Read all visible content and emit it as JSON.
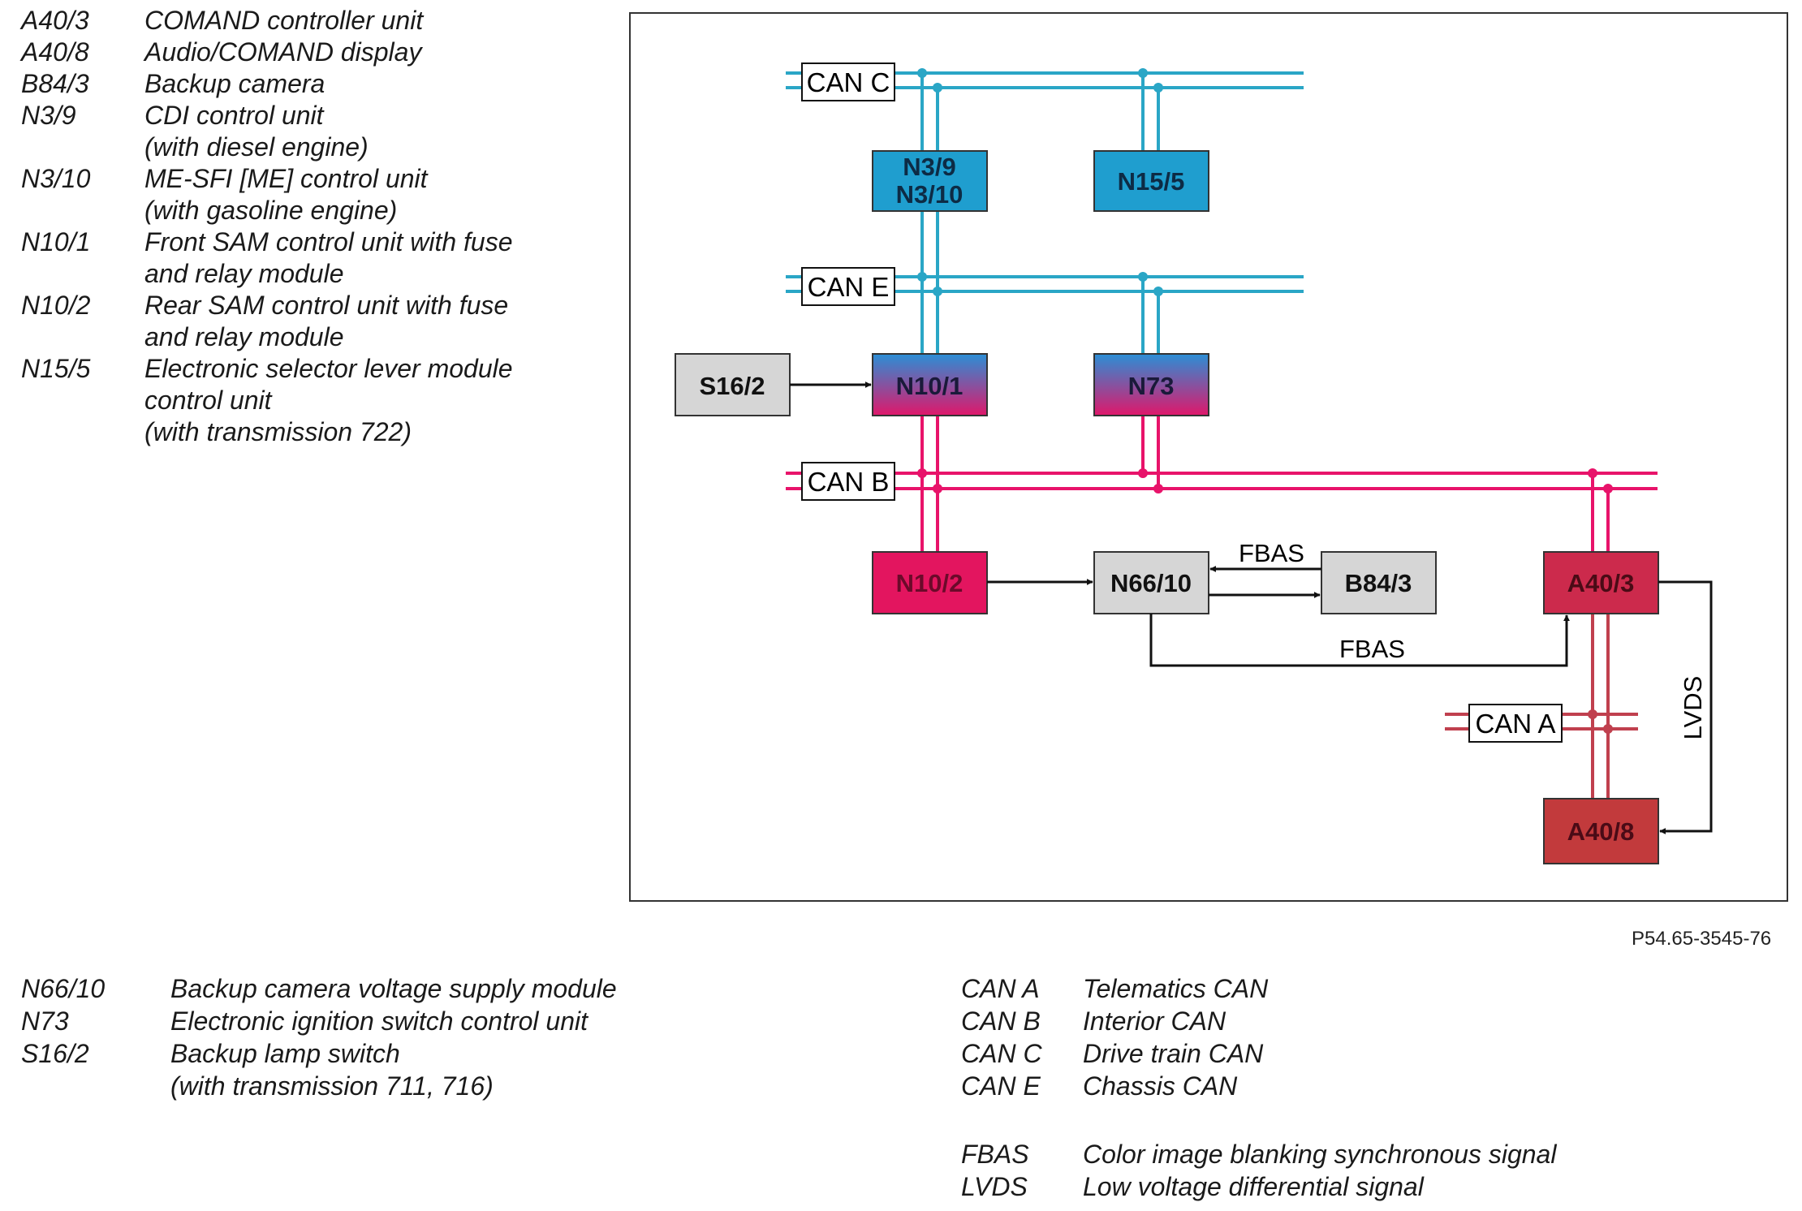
{
  "legend_top": [
    {
      "code": "A40/3",
      "desc": "COMAND controller unit"
    },
    {
      "code": "A40/8",
      "desc": "Audio/COMAND display"
    },
    {
      "code": "B84/3",
      "desc": "Backup camera"
    },
    {
      "code": "N3/9",
      "desc": "CDI control unit\n(with diesel engine)"
    },
    {
      "code": "N3/10",
      "desc": "ME-SFI [ME] control unit\n(with gasoline engine)"
    },
    {
      "code": "N10/1",
      "desc": "Front SAM control unit with fuse\nand relay module"
    },
    {
      "code": "N10/2",
      "desc": "Rear SAM control unit with fuse\nand relay module"
    },
    {
      "code": "N15/5",
      "desc": "Electronic selector lever module\ncontrol unit\n(with transmission 722)"
    }
  ],
  "legend_bottom_left": [
    {
      "code": "N66/10",
      "desc": "Backup camera voltage supply module"
    },
    {
      "code": "N73",
      "desc": "Electronic ignition switch control unit"
    },
    {
      "code": "S16/2",
      "desc": "Backup lamp switch\n(with transmission 711, 716)"
    }
  ],
  "legend_bottom_right": {
    "can": [
      {
        "code": "CAN A",
        "desc": "Telematics CAN"
      },
      {
        "code": "CAN B",
        "desc": "Interior CAN"
      },
      {
        "code": "CAN C",
        "desc": "Drive train CAN"
      },
      {
        "code": "CAN E",
        "desc": "Chassis CAN"
      }
    ],
    "signals": [
      {
        "code": "FBAS",
        "desc": "Color image blanking synchronous signal"
      },
      {
        "code": "LVDS",
        "desc": "Low voltage differential signal"
      }
    ]
  },
  "reference_code": "P54.65-3545-76",
  "diagram": {
    "buses": {
      "can_c": "CAN C",
      "can_e": "CAN E",
      "can_b": "CAN B",
      "can_a": "CAN A"
    },
    "modules": {
      "n3_9_n3_10": "N3/9\nN3/10",
      "n15_5": "N15/5",
      "s16_2": "S16/2",
      "n10_1": "N10/1",
      "n73": "N73",
      "n10_2": "N10/2",
      "n66_10": "N66/10",
      "b84_3": "B84/3",
      "a40_3": "A40/3",
      "a40_8": "A40/8"
    },
    "signals": {
      "fbas_upper": "FBAS",
      "fbas_lower": "FBAS",
      "lvds": "LVDS"
    },
    "colors": {
      "can_c_e_bus": "#2aa6c6",
      "can_b_bus": "#e8136a",
      "can_a_bus": "#c0404e",
      "drivetrain_module": "#1f9ecf",
      "gradient_top": "#2b8fd6",
      "gradient_bottom": "#e0176a",
      "interior_module": "#e3155f",
      "a40_3_module": "#cc2a4c",
      "a40_8_module": "#c23a3c",
      "grey_module": "#d6d6d6"
    }
  }
}
